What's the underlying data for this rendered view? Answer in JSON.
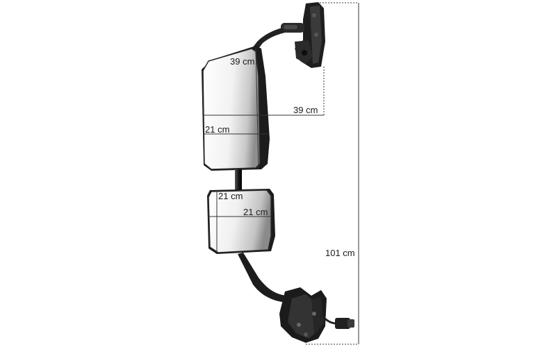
{
  "dimensions": {
    "main_mirror_height": "39 cm",
    "arm_reach_width": "39 cm",
    "main_mirror_width": "21 cm",
    "wide_angle_height": "21 cm",
    "wide_angle_width": "21 cm",
    "total_height": "101 cm"
  },
  "colors": {
    "background": "#ffffff",
    "housing": "#1c1c1c",
    "glass_light": "#ffffff",
    "glass_dark": "#9a9a9a",
    "dimension_line": "#333333"
  }
}
